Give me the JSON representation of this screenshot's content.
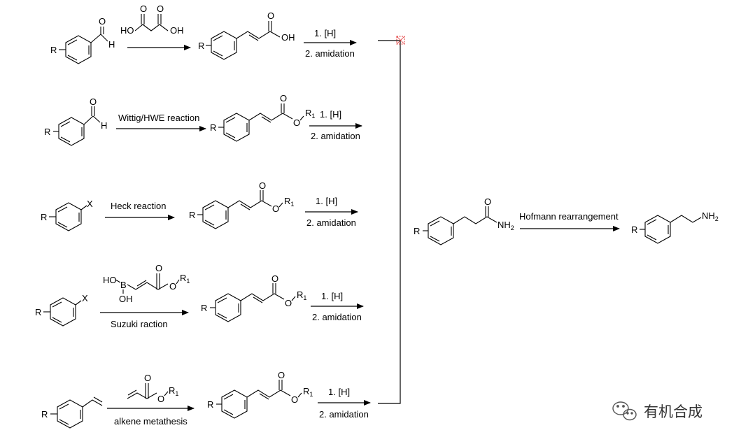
{
  "atoms": {
    "R": "R",
    "O": "O",
    "H": "H",
    "OH": "OH",
    "HO": "HO",
    "X": "X",
    "B": "B",
    "NH": "NH",
    "R1_base": "R",
    "one": "1",
    "two": "2"
  },
  "routes": [
    {
      "reagent_above": "",
      "reagent_below": "",
      "step1": "1. [H]",
      "step2": "2. amidation"
    },
    {
      "reagent_above": "Wittig/HWE reaction",
      "reagent_below": "",
      "step1": "1. [H]",
      "step2": "2. amidation"
    },
    {
      "reagent_above": "Heck reaction",
      "reagent_below": "",
      "step1": "1. [H]",
      "step2": "2. amidation"
    },
    {
      "reagent_above": "",
      "reagent_below": "Suzuki raction",
      "step1": "1. [H]",
      "step2": "2. amidation"
    },
    {
      "reagent_above": "",
      "reagent_below": "alkene metathesis",
      "step1": "1. [H]",
      "step2": "2. amidation"
    }
  ],
  "final_step": {
    "label": "Hofmann rearrangement"
  },
  "watermark": {
    "text": "有机合成"
  }
}
